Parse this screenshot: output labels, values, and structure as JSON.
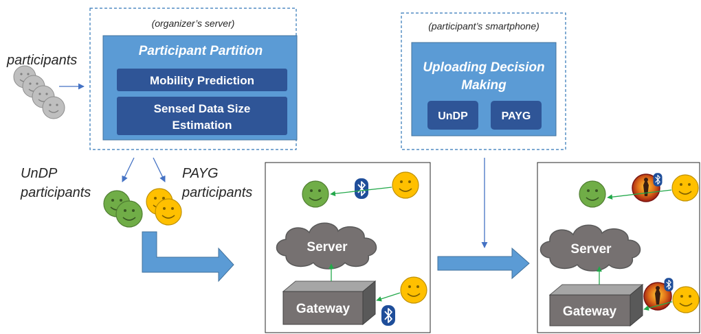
{
  "organizer": {
    "caption": "(organizer’s server)",
    "title": "Participant Partition",
    "module1": "Mobility Prediction",
    "module2_line1": "Sensed Data Size",
    "module2_line2": "Estimation"
  },
  "smartphone": {
    "caption": "(participant’s smartphone)",
    "title_line1": "Uploading Decision",
    "title_line2": "Making",
    "option1": "UnDP",
    "option2": "PAYG"
  },
  "participants_label": "participants",
  "undp_label_line1": "UnDP",
  "undp_label_line2": "participants",
  "payg_label_line1": "PAYG",
  "payg_label_line2": "participants",
  "scenario1": {
    "server_label": "Server",
    "gateway_label": "Gateway"
  },
  "scenario2": {
    "server_label": "Server",
    "gateway_label": "Gateway"
  },
  "colors": {
    "panel_blue": "#5b9bd5",
    "module_navy": "#2f5597",
    "green_face": "#70ad47",
    "yellow_face": "#ffc000",
    "grey_face": "#bfbfbf",
    "cloud_grey": "#767171",
    "bluetooth": "#1f4e9a",
    "arrow_green": "#22a84a"
  }
}
